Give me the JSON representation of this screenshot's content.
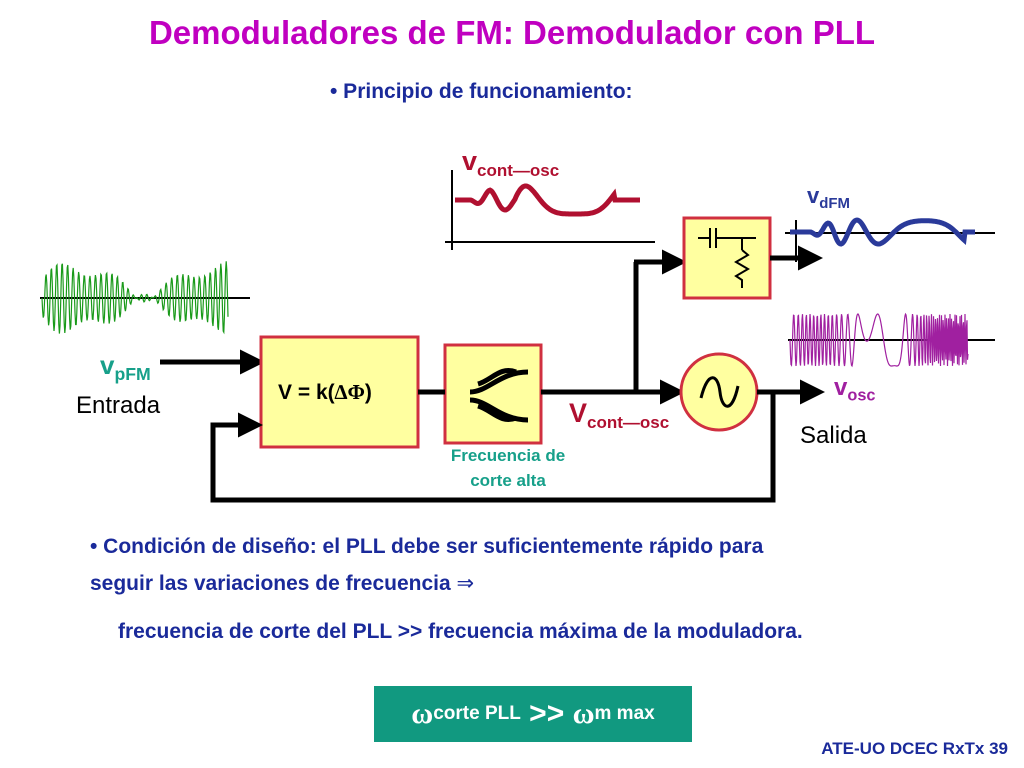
{
  "title": "Demoduladores de FM: Demodulador con PLL",
  "subtitle": "• Principio de funcionamiento:",
  "labels": {
    "vpfm_main": "v",
    "vpfm_sub": "pFM",
    "entrada": "Entrada",
    "phase_detector_text": "V = k(",
    "phase_detector_delta": "∆Φ",
    "phase_detector_close": ")",
    "vcont_top_main": "v",
    "vcont_top_sub": "cont—osc",
    "vcont_mid_main": "V",
    "vcont_mid_sub": "cont—osc",
    "filter_caption_1": "Frecuencia de",
    "filter_caption_2": "corte alta",
    "vdfm_main": "v",
    "vdfm_sub": "dFM",
    "vosc_main": "v",
    "vosc_sub": "osc",
    "salida": "Salida"
  },
  "condition": {
    "line1": "• Condición de diseño: el PLL debe ser suficientemente rápido para",
    "line2": "seguir las variaciones de frecuencia",
    "implies": "⇒",
    "line3": "frecuencia de corte del PLL >> frecuencia máxima de la moduladora."
  },
  "formula": {
    "omega1": "ω",
    "sub1": "corte PLL",
    "op": " >> ",
    "omega2": "ω",
    "sub2": "m max"
  },
  "footer": "ATE-UO DCEC RxTx 39",
  "colors": {
    "title": "#c000c0",
    "text_blue": "#1a2a9a",
    "block_fill": "#ffffa0",
    "block_border": "#d03040",
    "wave_green": "#1a9a1a",
    "wave_red": "#b01030",
    "wave_blue": "#2a3a9a",
    "wave_purple": "#a020a0",
    "caption_green": "#17a08a",
    "formula_bg": "#119980"
  }
}
